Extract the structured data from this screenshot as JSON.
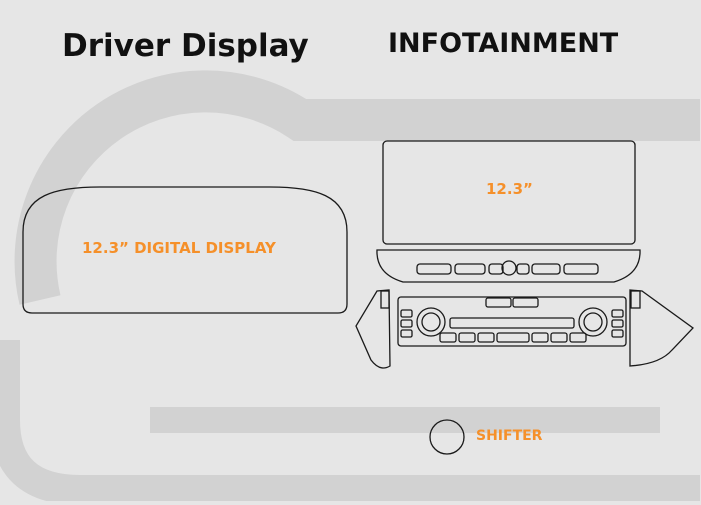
{
  "headings": {
    "driver_display": "Driver Display",
    "infotainment": "INFOTAINMENT"
  },
  "labels": {
    "driver_screen": "12.3” DIGITAL DISPLAY",
    "infotainment_screen": "12.3”",
    "shifter": "SHIFTER"
  },
  "colors": {
    "background": "#e6e6e6",
    "watermark": "#d2d2d2",
    "outline": "#1a1a1a",
    "accent": "#f5902a",
    "heading": "#111111"
  }
}
